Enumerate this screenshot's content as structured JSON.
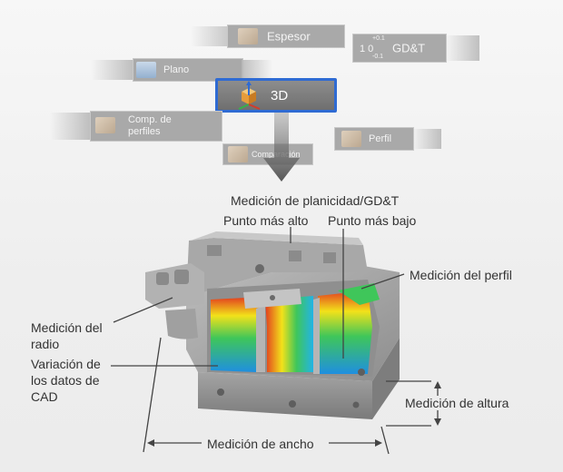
{
  "mode_buttons": {
    "espesor": "Espesor",
    "gdt": "GD&T",
    "gdt_tol_upper": "+0.1",
    "gdt_tol_nominal": "1 0",
    "gdt_tol_lower": "-0.1",
    "plano": "Plano",
    "selected": "3D",
    "comp_perfiles_line1": "Comp. de",
    "comp_perfiles_line2": "perfiles",
    "comparacion": "Comparación",
    "perfil": "Perfil"
  },
  "labels": {
    "planicidad": "Medición de planicidad/GD&T",
    "punto_alto": "Punto más alto",
    "punto_bajo": "Punto más bajo",
    "perfil": "Medición del perfil",
    "radio_line1": "Medición del",
    "radio_line2": "radio",
    "cad_line1": "Variación de",
    "cad_line2": "los datos de",
    "cad_line3": "CAD",
    "altura": "Medición de altura",
    "ancho": "Medición de ancho"
  },
  "colors": {
    "selected_border": "#2f6bd3",
    "part_metal": "#9a9a9a",
    "heatmap_red": "#e23b1f",
    "heatmap_yellow": "#f2e21a",
    "heatmap_green": "#3fc65a",
    "heatmap_blue": "#1f8fe0"
  },
  "icons": [
    "cube-axes-icon",
    "arrow-down-icon"
  ]
}
